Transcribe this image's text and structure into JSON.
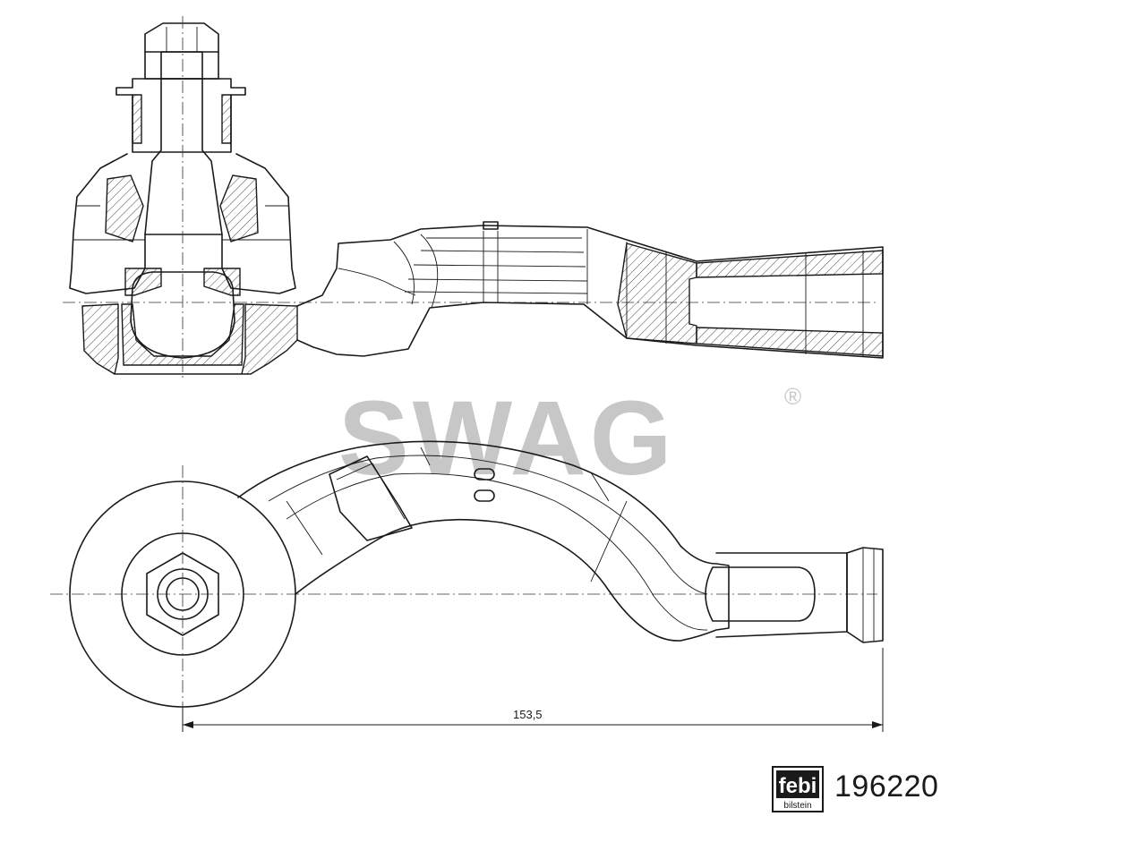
{
  "watermark": {
    "text": "SWAG",
    "registered": "®"
  },
  "dimension": {
    "overall_length": "153,5"
  },
  "logo": {
    "brand": "febi",
    "sub": "bilstein"
  },
  "part_number": "196220",
  "colors": {
    "line": "#1a1a1a",
    "watermark": "#c7c7c7",
    "background": "#ffffff"
  }
}
